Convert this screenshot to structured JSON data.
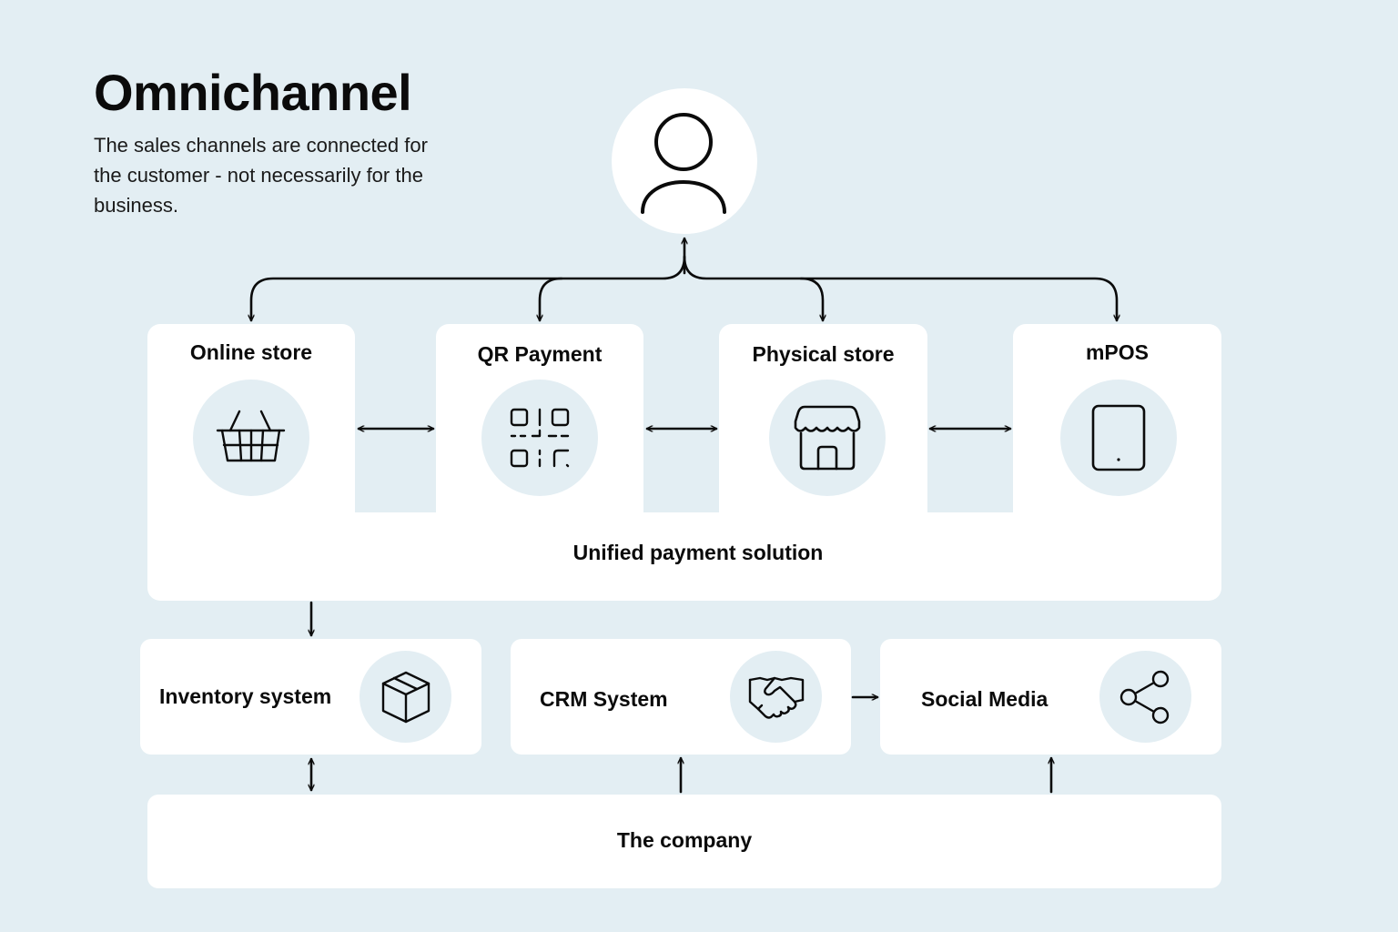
{
  "header": {
    "title": "Omnichannel",
    "subtitle": "The sales channels are connected for the customer - not necessarily for the business."
  },
  "customer": {
    "icon": "user-icon"
  },
  "channels": [
    {
      "label": "Online store",
      "icon": "shopping-basket-icon"
    },
    {
      "label": "QR Payment",
      "icon": "qr-code-icon"
    },
    {
      "label": "Physical store",
      "icon": "storefront-icon"
    },
    {
      "label": "mPOS",
      "icon": "tablet-icon"
    }
  ],
  "payment_solution": {
    "label": "Unified payment solution"
  },
  "systems": [
    {
      "label": "Inventory system",
      "icon": "package-box-icon"
    },
    {
      "label": "CRM System",
      "icon": "handshake-icon"
    },
    {
      "label": "Social Media",
      "icon": "share-icon"
    }
  ],
  "company": {
    "label": "The company"
  },
  "colors": {
    "background": "#e3eef3",
    "card": "#ffffff",
    "ink": "#0b0b0b",
    "icon_circle": "#e3eef3"
  }
}
